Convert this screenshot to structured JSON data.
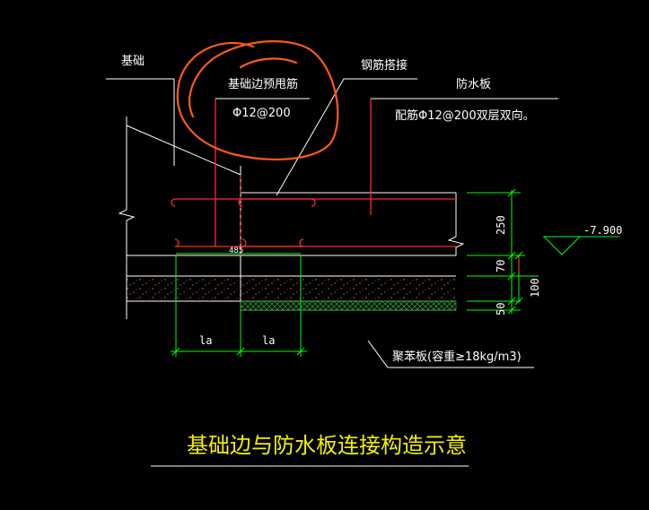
{
  "labels": {
    "foundation": "基础",
    "edge_bar": "基础边预甩筋",
    "edge_bar_spec": "Φ12@200",
    "rebar_lap": "钢筋搭接",
    "waterproof_slab": "防水板",
    "slab_rebar_spec": "配筋Φ12@200双层双向。",
    "polystyrene_board": "聚苯板(容重≥18kg/m3)",
    "title": "基础边与防水板连接构造示意"
  },
  "dimensions": {
    "slab_thickness": "250",
    "cushion_70": "70",
    "cushion_100": "100",
    "layer_50": "50",
    "elevation": "-7.900",
    "anchor_left": "la",
    "anchor_right": "la",
    "small_dim": "485"
  },
  "colors": {
    "background": "#000000",
    "line_white": "#ffffff",
    "rebar_red": "#ff2a2a",
    "dim_green": "#00ff00",
    "annotation_orange": "#ff5a14",
    "title_yellow": "#f5f000",
    "hatch_green": "#28a028",
    "concrete_dot": "#ff6060"
  }
}
